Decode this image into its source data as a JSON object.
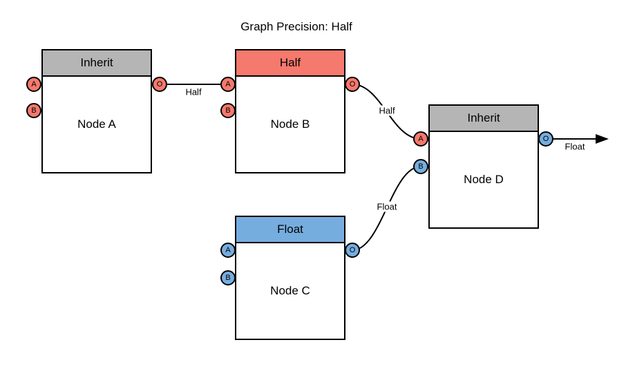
{
  "title": "Graph Precision: Half",
  "colors": {
    "inherit_gray": "#B5B5B5",
    "half_red": "#F5796D",
    "float_blue": "#76ADDF",
    "stroke": "#000000",
    "node_body": "#FFFFFF"
  },
  "nodes": [
    {
      "label": "Node A",
      "header": "Inherit",
      "header_color": "#B5B5B5",
      "ports": [
        {
          "name": "A",
          "color": "#F5796D"
        },
        {
          "name": "B",
          "color": "#F5796D"
        },
        {
          "name": "O",
          "color": "#F5796D"
        }
      ]
    },
    {
      "label": "Node B",
      "header": "Half",
      "header_color": "#F5796D",
      "ports": [
        {
          "name": "A",
          "color": "#F5796D"
        },
        {
          "name": "B",
          "color": "#F5796D"
        },
        {
          "name": "O",
          "color": "#F5796D"
        }
      ]
    },
    {
      "label": "Node C",
      "header": "Float",
      "header_color": "#76ADDF",
      "ports": [
        {
          "name": "A",
          "color": "#76ADDF"
        },
        {
          "name": "B",
          "color": "#76ADDF"
        },
        {
          "name": "O",
          "color": "#76ADDF"
        }
      ]
    },
    {
      "label": "Node D",
      "header": "Inherit",
      "header_color": "#B5B5B5",
      "ports": [
        {
          "name": "A",
          "color": "#F5796D"
        },
        {
          "name": "B",
          "color": "#76ADDF"
        },
        {
          "name": "O",
          "color": "#76ADDF"
        }
      ]
    }
  ],
  "edges": [
    {
      "from": "Node A output O",
      "to": "Node B input A",
      "label": "Half"
    },
    {
      "from": "Node B output O",
      "to": "Node D input A",
      "label": "Half"
    },
    {
      "from": "Node C output O",
      "to": "Node D input B",
      "label": "Float"
    },
    {
      "from": "Node D output O",
      "to": "graph output arrow",
      "label": "Float"
    }
  ]
}
